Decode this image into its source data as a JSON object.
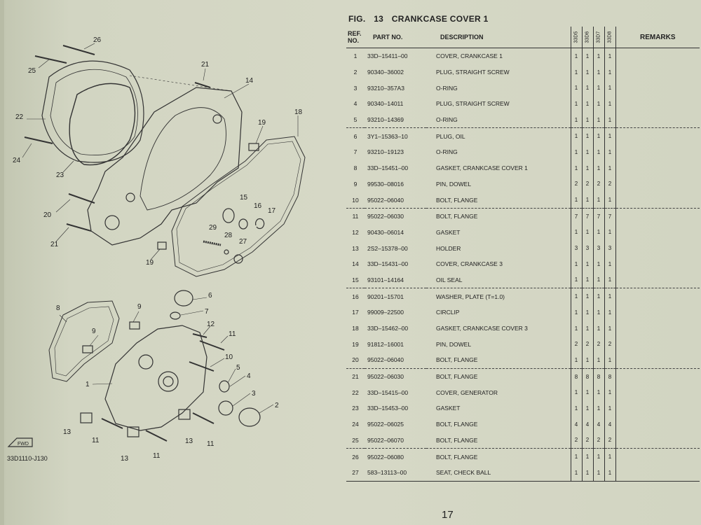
{
  "figure": {
    "label": "FIG.",
    "number": "13",
    "title": "CRANKCASE COVER 1"
  },
  "columns": {
    "ref": "REF. NO.",
    "part_no": "PART NO.",
    "description": "DESCRIPTION",
    "models": [
      "33D5",
      "33D6",
      "33D7",
      "33D8"
    ],
    "remarks": "REMARKS"
  },
  "rows": [
    {
      "ref": "1",
      "part_no": "33D–15411–00",
      "description": "COVER, CRANKCASE 1",
      "qty": [
        "1",
        "1",
        "1",
        "1"
      ]
    },
    {
      "ref": "2",
      "part_no": "90340–36002",
      "description": "PLUG, STRAIGHT SCREW",
      "qty": [
        "1",
        "1",
        "1",
        "1"
      ]
    },
    {
      "ref": "3",
      "part_no": "93210–357A3",
      "description": "O-RING",
      "qty": [
        "1",
        "1",
        "1",
        "1"
      ]
    },
    {
      "ref": "4",
      "part_no": "90340–14011",
      "description": "PLUG, STRAIGHT SCREW",
      "qty": [
        "1",
        "1",
        "1",
        "1"
      ]
    },
    {
      "ref": "5",
      "part_no": "93210–14369",
      "description": "O-RING",
      "qty": [
        "1",
        "1",
        "1",
        "1"
      ]
    },
    {
      "ref": "6",
      "part_no": "3Y1–15363–10",
      "description": "PLUG, OIL",
      "qty": [
        "1",
        "1",
        "1",
        "1"
      ]
    },
    {
      "ref": "7",
      "part_no": "93210–19123",
      "description": "O-RING",
      "qty": [
        "1",
        "1",
        "1",
        "1"
      ]
    },
    {
      "ref": "8",
      "part_no": "33D–15451–00",
      "description": "GASKET, CRANKCASE COVER 1",
      "qty": [
        "1",
        "1",
        "1",
        "1"
      ]
    },
    {
      "ref": "9",
      "part_no": "99530–08016",
      "description": "PIN, DOWEL",
      "qty": [
        "2",
        "2",
        "2",
        "2"
      ]
    },
    {
      "ref": "10",
      "part_no": "95022–06040",
      "description": "BOLT, FLANGE",
      "qty": [
        "1",
        "1",
        "1",
        "1"
      ]
    },
    {
      "ref": "11",
      "part_no": "95022–06030",
      "description": "BOLT, FLANGE",
      "qty": [
        "7",
        "7",
        "7",
        "7"
      ]
    },
    {
      "ref": "12",
      "part_no": "90430–06014",
      "description": "GASKET",
      "qty": [
        "1",
        "1",
        "1",
        "1"
      ]
    },
    {
      "ref": "13",
      "part_no": "2S2–15378–00",
      "description": "HOLDER",
      "qty": [
        "3",
        "3",
        "3",
        "3"
      ]
    },
    {
      "ref": "14",
      "part_no": "33D–15431–00",
      "description": "COVER, CRANKCASE 3",
      "qty": [
        "1",
        "1",
        "1",
        "1"
      ]
    },
    {
      "ref": "15",
      "part_no": "93101–14164",
      "description": "OIL SEAL",
      "qty": [
        "1",
        "1",
        "1",
        "1"
      ]
    },
    {
      "ref": "16",
      "part_no": "90201–15701",
      "description": "WASHER, PLATE (T=1.0)",
      "qty": [
        "1",
        "1",
        "1",
        "1"
      ]
    },
    {
      "ref": "17",
      "part_no": "99009–22500",
      "description": "CIRCLIP",
      "qty": [
        "1",
        "1",
        "1",
        "1"
      ]
    },
    {
      "ref": "18",
      "part_no": "33D–15462–00",
      "description": "GASKET, CRANKCASE COVER 3",
      "qty": [
        "1",
        "1",
        "1",
        "1"
      ]
    },
    {
      "ref": "19",
      "part_no": "91812–16001",
      "description": "PIN, DOWEL",
      "qty": [
        "2",
        "2",
        "2",
        "2"
      ]
    },
    {
      "ref": "20",
      "part_no": "95022–06040",
      "description": "BOLT, FLANGE",
      "qty": [
        "1",
        "1",
        "1",
        "1"
      ]
    },
    {
      "ref": "21",
      "part_no": "95022–06030",
      "description": "BOLT, FLANGE",
      "qty": [
        "8",
        "8",
        "8",
        "8"
      ]
    },
    {
      "ref": "22",
      "part_no": "33D–15415–00",
      "description": "COVER, GENERATOR",
      "qty": [
        "1",
        "1",
        "1",
        "1"
      ]
    },
    {
      "ref": "23",
      "part_no": "33D–15453–00",
      "description": "GASKET",
      "qty": [
        "1",
        "1",
        "1",
        "1"
      ]
    },
    {
      "ref": "24",
      "part_no": "95022–06025",
      "description": "BOLT, FLANGE",
      "qty": [
        "4",
        "4",
        "4",
        "4"
      ]
    },
    {
      "ref": "25",
      "part_no": "95022–06070",
      "description": "BOLT, FLANGE",
      "qty": [
        "2",
        "2",
        "2",
        "2"
      ]
    },
    {
      "ref": "26",
      "part_no": "95022–06080",
      "description": "BOLT, FLANGE",
      "qty": [
        "1",
        "1",
        "1",
        "1"
      ]
    },
    {
      "ref": "27",
      "part_no": "583–13113–00",
      "description": "SEAT, CHECK BALL",
      "qty": [
        "1",
        "1",
        "1",
        "1"
      ]
    }
  ],
  "group_ends": [
    5,
    10,
    15,
    20,
    25
  ],
  "diagram": {
    "figure_code": "33D1110-J130",
    "fwd_label": "FWD",
    "callouts": [
      "26",
      "25",
      "21",
      "14",
      "22",
      "18",
      "19",
      "24",
      "23",
      "15",
      "16",
      "17",
      "20",
      "29",
      "28",
      "27",
      "21",
      "19",
      "6",
      "7",
      "8",
      "9",
      "12",
      "11",
      "9",
      "10",
      "5",
      "4",
      "1",
      "3",
      "2",
      "13",
      "11",
      "13",
      "11",
      "13",
      "11"
    ]
  },
  "page_number": "17"
}
